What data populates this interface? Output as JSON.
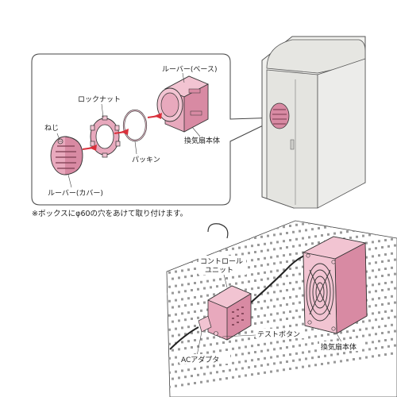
{
  "colors": {
    "pink": "#f2c4d2",
    "pink_dark": "#d88aa3",
    "pink_mid": "#e8a9bd",
    "line": "#333333",
    "arrow_red": "#d9303b",
    "box_fill": "#f1f1ee",
    "panel_fill": "#ffffff"
  },
  "labels": {
    "louver_base": "ルーバー(ベース)",
    "lock_nut": "ロックナット",
    "screw": "ねじ",
    "packing": "パッキン",
    "fan_body_top": "換気扇本体",
    "louver_cover": "ルーバー(カバー)",
    "note": "※ボックスにφ60の穴をあけて取り付けます。",
    "control_unit_line1": "コントロール",
    "control_unit_line2": "ユニット",
    "test_button": "テストボタン",
    "ac_adapter": "ACアダプタ",
    "fan_body_bottom": "換気扇本体"
  },
  "icons": [
    "screw-icon",
    "fan-grille-icon"
  ]
}
